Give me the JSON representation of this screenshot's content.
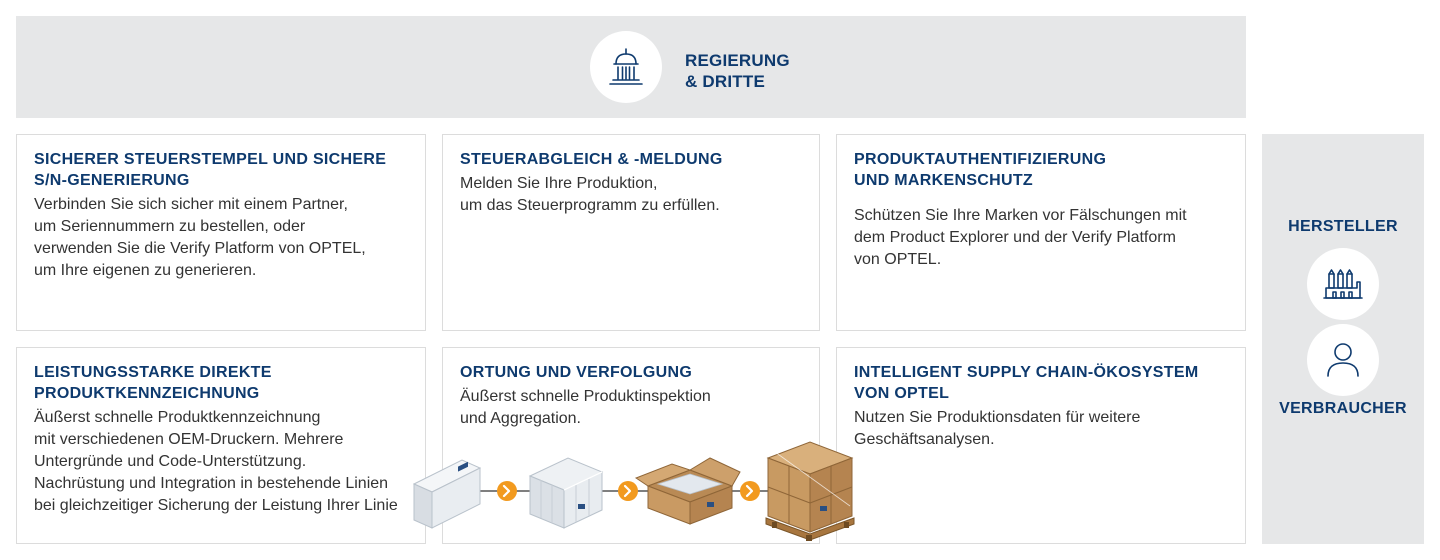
{
  "banner": {
    "title": "REGIERUNG\n& DRITTE",
    "icon": "government-building-icon"
  },
  "cards": [
    {
      "title": "SICHERER STEUERSTEMPEL UND SICHERE\nS/N-GENERIERUNG",
      "body": "Verbinden Sie sich sicher mit einem Partner,\num Seriennummern zu bestellen, oder\nverwenden Sie die Verify Platform von OPTEL,\num Ihre eigenen zu generieren."
    },
    {
      "title": "STEUERABGLEICH & -MELDUNG",
      "body": "Melden Sie Ihre Produktion,\num das Steuerprogramm zu erfüllen."
    },
    {
      "title": "PRODUKTAUTHENTIFIZIERUNG\nUND MARKENSCHUTZ",
      "body": "Schützen Sie Ihre Marken vor Fälschungen mit\ndem Product Explorer und der Verify Platform\nvon OPTEL."
    },
    {
      "title": "LEISTUNGSSTARKE DIREKTE\nPRODUKTKENNZEICHNUNG",
      "body": "Äußerst schnelle Produktkennzeichnung\nmit verschiedenen OEM-Druckern. Mehrere\nUntergründe und Code-Unterstützung.\nNachrüstung und Integration in bestehende Linien\nbei gleichzeitiger Sicherung der Leistung Ihrer Linie"
    },
    {
      "title": "ORTUNG UND VERFOLGUNG",
      "body": "Äußerst schnelle Produktinspektion\nund Aggregation."
    },
    {
      "title": "INTELLIGENT SUPPLY CHAIN-ÖKOSYSTEM\nVON OPTEL",
      "body": "Nutzen Sie Produktionsdaten für weitere\nGeschäftsanalysen."
    }
  ],
  "side": {
    "top_label": "HERSTELLER",
    "bottom_label": "VERBRAUCHER",
    "icons": [
      "factory-icon",
      "person-icon"
    ]
  },
  "colors": {
    "brand_navy": "#0e3a6e",
    "panel_gray": "#e6e7e8",
    "accent_orange": "#f29a1f"
  }
}
